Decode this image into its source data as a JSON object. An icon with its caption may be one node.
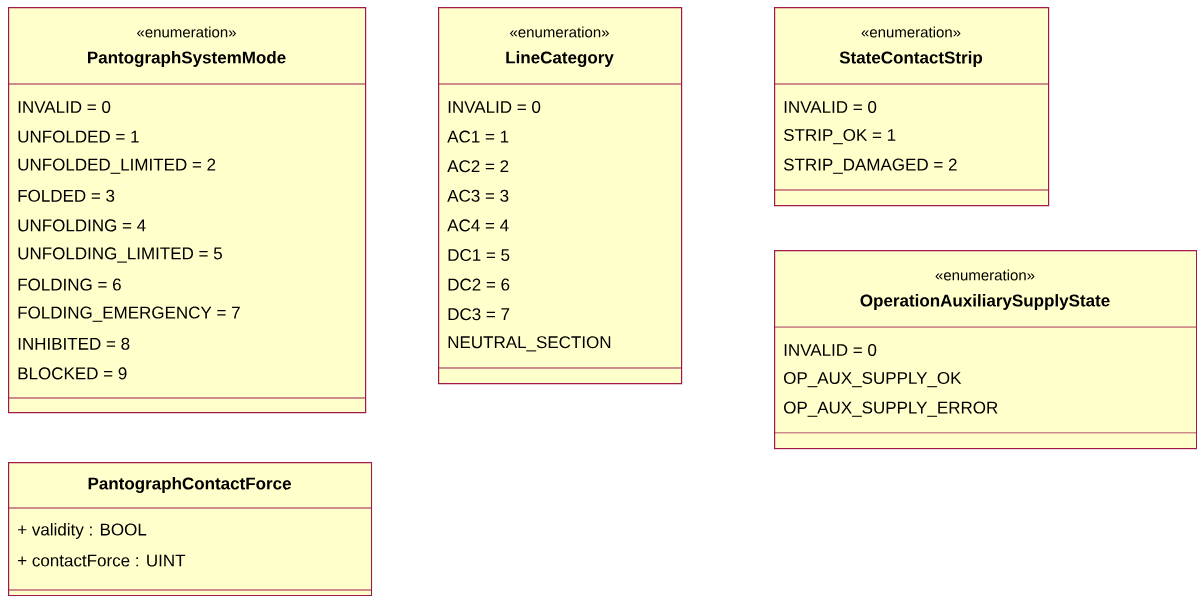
{
  "diagram": {
    "nodes": [
      {
        "text": [
          "«enumeration»",
          "PantographSystemMode",
          "INVALID = 0",
          "UNFOLDED = 1",
          "UNFOLDED_LIMITED = 2",
          "FOLDED = 3",
          "UNFOLDING = 4",
          "UNFOLDING_LIMITED = 5",
          "FOLDING = 6",
          "FOLDING_EMERGENCY = 7",
          "INHIBITED = 8",
          "BLOCKED = 9"
        ]
      },
      {
        "text": [
          "«enumeration»",
          "LineCategory",
          "INVALID = 0",
          "AC1 = 1",
          "AC2 = 2",
          "AC3 = 3",
          "AC4 = 4",
          "DC1 = 5",
          "DC2 = 6",
          "DC3 = 7",
          "NEUTRAL_SECTION"
        ]
      },
      {
        "text": [
          "«enumeration»",
          "StateContactStrip",
          "INVALID = 0",
          "STRIP_OK = 1",
          "STRIP_DAMAGED = 2"
        ]
      },
      {
        "text": [
          "«enumeration»",
          "OperationAuxiliarySupplyState",
          "INVALID = 0",
          "OP_AUX_SUPPLY_OK",
          "OP_AUX_SUPPLY_ERROR"
        ]
      },
      {
        "text": [
          "PantographContactForce",
          "+ validity : BOOL",
          "+ contactForce : UINT"
        ]
      }
    ]
  }
}
